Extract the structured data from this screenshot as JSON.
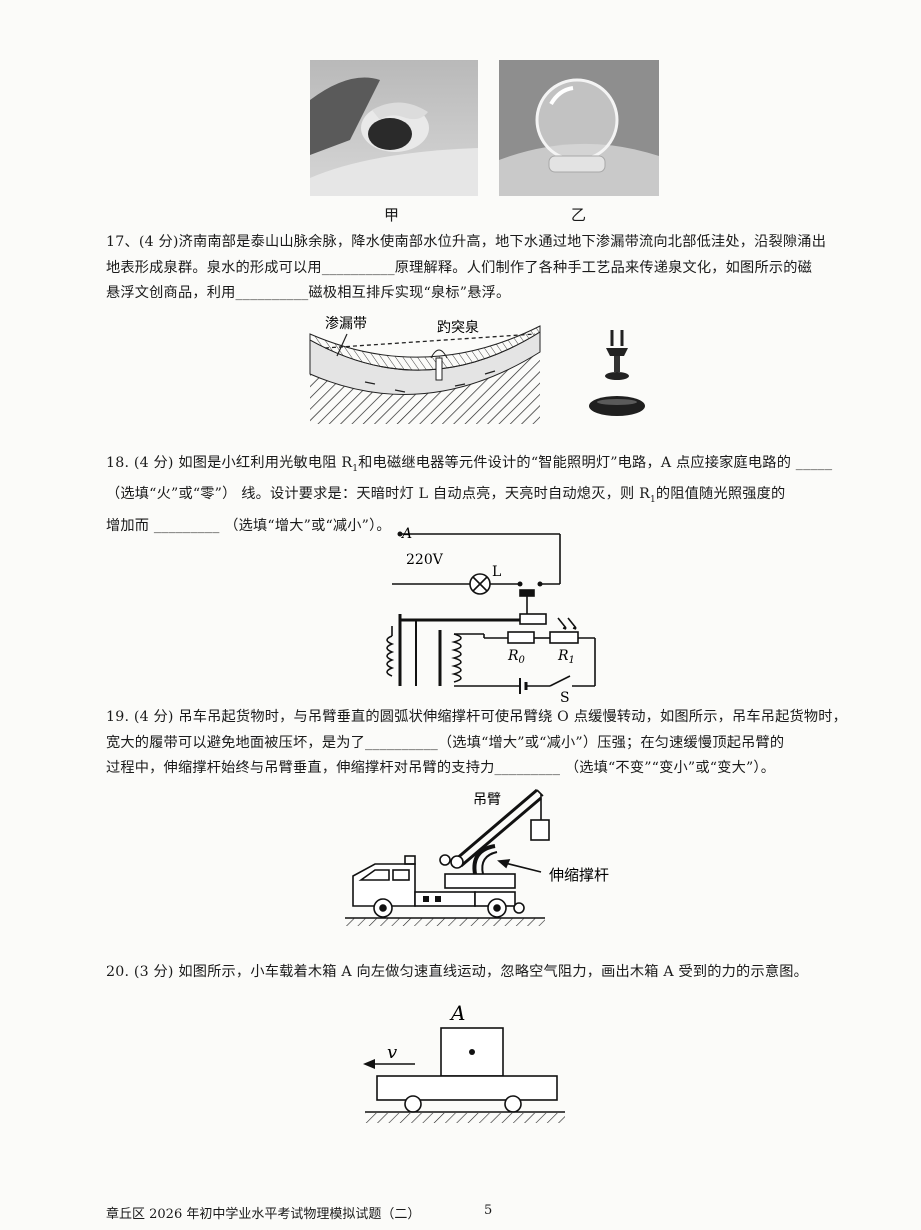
{
  "photos": {
    "jia_label": "甲",
    "yi_label": "乙"
  },
  "q17": {
    "lines": [
      "17、(4 分)济南南部是泰山山脉余脉，降水使南部水位升高，地下水通过地下渗漏带流向北部低洼处，沿裂隙涌出",
      "地表形成泉群。泉水的形成可以用__________原理解释。人们制作了各种手工艺品来传递泉文化，如图所示的磁",
      "悬浮文创商品，利用__________磁极相互排斥实现“泉标”悬浮。"
    ],
    "fig": {
      "label_seep": "渗漏带",
      "label_spring": "趵突泉"
    }
  },
  "q18": {
    "line1a": "18. (4 分) 如图是小红利用光敏电阻 R",
    "line1b": "和电磁继电器等元件设计的“智能照明灯”电路，A 点应接家庭电路的 _____",
    "line2a": "（选填“火”或“零”） 线。设计要求是：天暗时灯 L 自动点亮，天亮时自动熄灭，则 R",
    "line2b": "的阻值随光照强度的",
    "line3": "增加而 _________ （选填“增大”或“减小”）。",
    "sub1": "1",
    "fig": {
      "label_A": "A",
      "label_220": "220V",
      "label_L": "L",
      "label_R0": "R",
      "sub_0": "0",
      "label_R1": "R",
      "sub_1": "1",
      "label_S": "S"
    }
  },
  "q19": {
    "lines": [
      "19. (4 分) 吊车吊起货物时，与吊臂垂直的圆弧状伸缩撑杆可使吊臂绕 O 点缓慢转动，如图所示，吊车吊起货物时，",
      "宽大的履带可以避免地面被压坏，是为了__________（选填“增大”或“减小”）压强；在匀速缓慢顶起吊臂的",
      "过程中，伸缩撑杆始终与吊臂垂直，伸缩撑杆对吊臂的支持力_________ （选填“不变”“变小”或“变大”）。"
    ],
    "fig": {
      "label_arm": "吊臂",
      "label_rod": "伸缩撑杆"
    }
  },
  "q20": {
    "line": "20. (3 分) 如图所示，小车载着木箱 A 向左做匀速直线运动，忽略空气阻力，画出木箱 A 受到的力的示意图。",
    "fig": {
      "label_A": "A",
      "label_v": "v"
    }
  },
  "footer": {
    "left": "章丘区 2026 年初中学业水平考试物理模拟试题（二）",
    "page": "5"
  }
}
